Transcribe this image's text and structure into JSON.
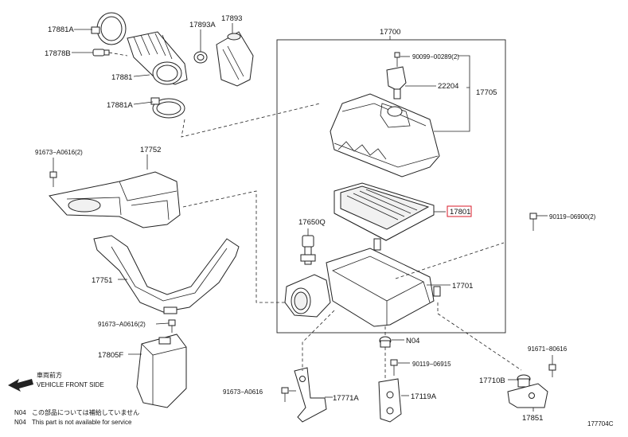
{
  "labels": {
    "p17881a_top": "17881A",
    "p17878b": "17878B",
    "p17881": "17881",
    "p17881a_bot": "17881A",
    "p17893a": "17893A",
    "p17893": "17893",
    "p17700": "17700",
    "p90099": "90099−00289(2)",
    "p22204": "22204",
    "p17705": "17705",
    "p91673_top": "91673−A0616(2)",
    "p17752": "17752",
    "p17801": "17801",
    "p17650q": "17650Q",
    "p90119_right": "90119−06900(2)",
    "p17701": "17701",
    "p17751": "17751",
    "p91673_mid": "91673−A0616(2)",
    "p17805f": "17805F",
    "pN04": "N04",
    "p90119_bot": "90119−06915",
    "p91671": "91671−80616",
    "p17710b": "17710B",
    "p91673_bot": "91673−A0616",
    "p17771a": "17771A",
    "p17119a": "17119A",
    "p17851": "17851"
  },
  "legend": {
    "jp_front": "車両前方",
    "front": "VEHICLE FRONT SIDE"
  },
  "notes": {
    "n1_code": "N04",
    "n1_text": "この部品については補給していません",
    "n2_code": "N04",
    "n2_text": "This part is not available for service"
  },
  "diagram_code": "177704C",
  "colors": {
    "ink": "#222222",
    "highlight": "#d81b2a"
  }
}
